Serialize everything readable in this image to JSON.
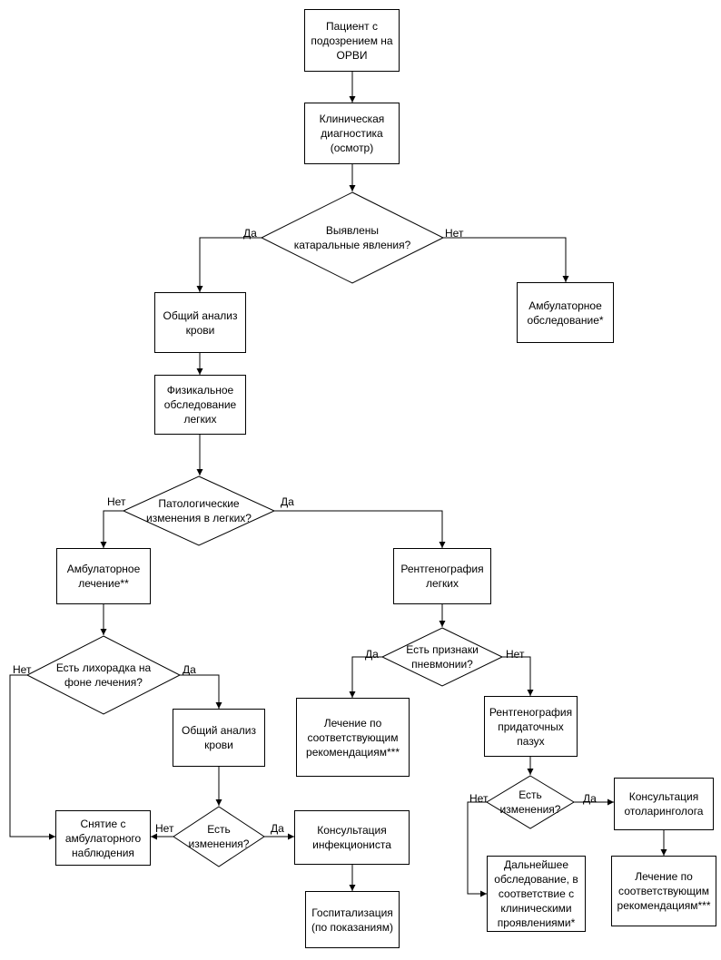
{
  "nodes": {
    "patient": "Пациент с\nподозрением на\nОРВИ",
    "clinical_diagnostics": "Клиническая\nдиагностика\n(осмотр)",
    "catarrhal_question": "Выявлены\nкатаральные явления?",
    "outpatient_exam": "Амбулаторное\nобследование*",
    "general_blood_test_1": "Общий анализ\nкрови",
    "physical_lung_exam": "Физикальное\nобследование\nлегких",
    "lung_changes_question": "Патологические\nизменения в легких?",
    "outpatient_treatment": "Амбулаторное\nлечение**",
    "chest_xray": "Рентгенография\nлегких",
    "fever_question": "Есть лихорадка на\nфоне лечения?",
    "pneumonia_question": "Есть признаки\nпневмонии?",
    "treatment_by_recommendations_1": "Лечение по\nсоответствующим\nрекомендациям***",
    "sinus_xray": "Рентгенография\nпридаточных\nпазух",
    "general_blood_test_2": "Общий анализ\nкрови",
    "blood_changes_question": "Есть\nизменения?",
    "release_from_observation": "Снятие с\nамбулаторного\nнаблюдения",
    "infectionist_consult": "Консультация\nинфекциониста",
    "hospitalization": "Госпитализация\n(по показаниям)",
    "sinus_changes_question": "Есть\nизменения?",
    "ent_consult": "Консультация\nотоларинголога",
    "further_exam": "Дальнейшее\nобследование, в\nсоответствие с\nклиническими\nпроявлениями*",
    "treatment_by_recommendations_2": "Лечение по\nсоответствующим\nрекомендациям***"
  },
  "edge_labels": {
    "yes": "Да",
    "no": "Нет"
  }
}
